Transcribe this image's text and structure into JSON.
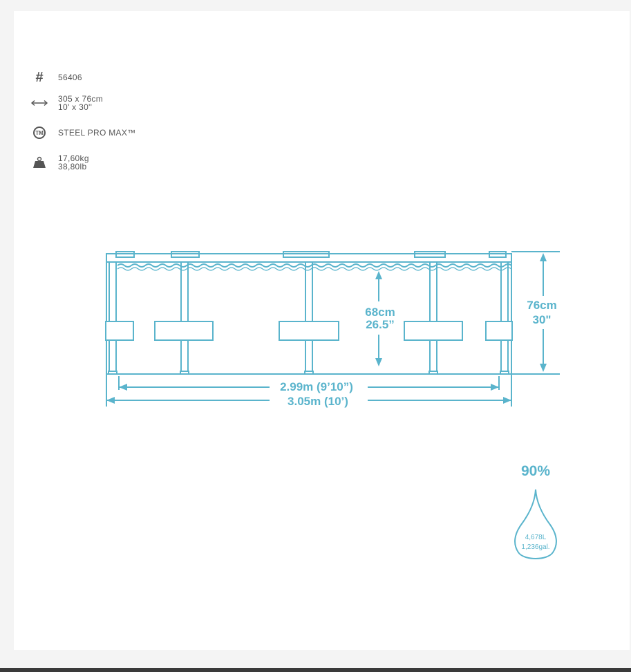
{
  "specs": {
    "model": {
      "icon": "hash-icon",
      "text": "56406"
    },
    "size": {
      "icon": "double-arrow-icon",
      "line1": "305 x 76cm",
      "line2": "10' x 30''"
    },
    "brand": {
      "icon": "trademark-icon",
      "icon_text": "TM",
      "text": "STEEL PRO MAX™"
    },
    "weight": {
      "icon": "weight-icon",
      "line1": "17,60kg",
      "line2": "38,80lb"
    }
  },
  "diagram": {
    "inner_height_line1": "68cm",
    "inner_height_line2": "26.5”",
    "total_height_line1": "76cm",
    "total_height_line2": "30\"",
    "inner_width": "2.99m (9’10”)",
    "outer_width": "3.05m (10’)"
  },
  "capacity": {
    "percent": "90%",
    "liters": "4,678L",
    "gallons": "1,236gal."
  },
  "colors": {
    "accent": "#5ab4cc",
    "text_gray": "#555555"
  }
}
